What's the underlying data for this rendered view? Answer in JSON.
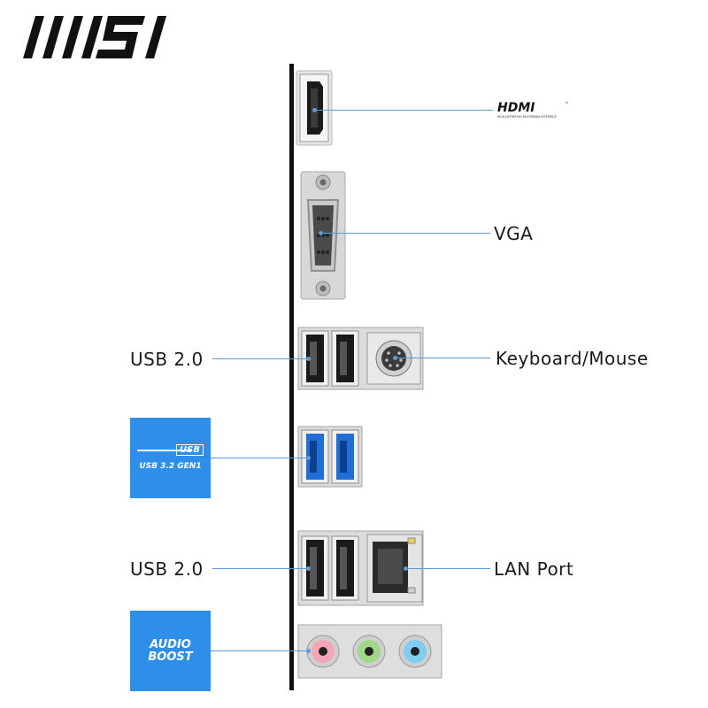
{
  "brand": {
    "logo_text": "msi"
  },
  "ports": {
    "hdmi": {
      "logo_text": "HDMI",
      "logo_subtext": "HIGH-DEFINITION MULTIMEDIA INTERFACE",
      "trademark": "™"
    },
    "vga": {
      "label": "VGA"
    },
    "keyboard_mouse": {
      "label": "Keyboard/Mouse"
    },
    "usb2_top": {
      "label": "USB 2.0"
    },
    "usb32": {
      "badge_top": "USB",
      "badge_text": "USB 3.2 GEN1"
    },
    "usb2_bottom": {
      "label": "USB 2.0"
    },
    "lan": {
      "label": "LAN Port"
    },
    "audio": {
      "badge_line1": "AUDIO",
      "badge_line2": "BOOST"
    }
  },
  "colors": {
    "callout": "#5b9bd5",
    "badge_blue": "#2f8fe8",
    "usb3_blue": "#1f6fd6",
    "audio_pink": "#f4a6b8",
    "audio_green": "#9fd88a",
    "audio_blue": "#7fcdf0"
  }
}
